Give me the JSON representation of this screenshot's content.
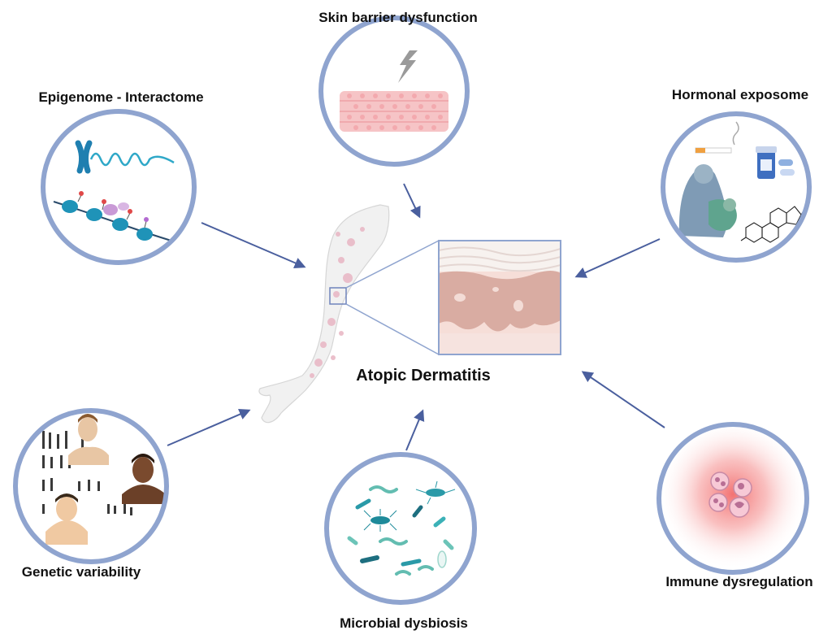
{
  "center": {
    "title": "Atopic Dermatitis"
  },
  "factors": {
    "skin_barrier": {
      "label": "Skin barrier dysfunction",
      "icon": "skin-layer-lightning-icon"
    },
    "epigenome": {
      "label": "Epigenome - Interactome",
      "icon": "chromosome-nucleosome-icon"
    },
    "hormonal": {
      "label": "Hormonal exposome",
      "icon": "mother-cigarette-pills-steroid-icon"
    },
    "genetic": {
      "label": "Genetic variability",
      "icon": "karyotype-faces-icon"
    },
    "microbial": {
      "label": "Microbial dysbiosis",
      "icon": "bacteria-icon"
    },
    "immune": {
      "label": "Immune dysregulation",
      "icon": "immune-cells-inflammation-icon"
    }
  },
  "colors": {
    "circle_stroke": "#8fa4cf",
    "arrow": "#4a5f9e",
    "skin_pink": "#f3b3b8",
    "microbe_teal": "#2a9aa8",
    "inflammation_red": "#f26b6b"
  }
}
